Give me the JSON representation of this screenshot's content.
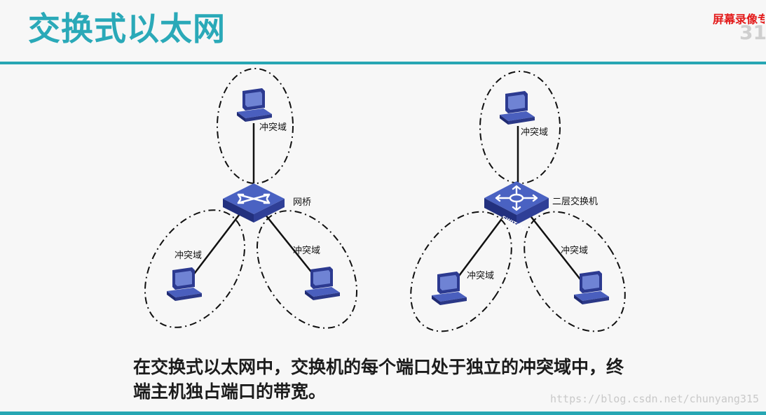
{
  "slide": {
    "title": "交换式以太网",
    "caption": "在交换式以太网中，交换机的每个端口处于独立的冲突域中，终端主机独占端口的带宽。"
  },
  "watermarks": {
    "recorder": "屏幕录像专",
    "ghost": "31",
    "blog_url": "https://blog.csdn.net/chunyang315"
  },
  "diagrams": {
    "bridge": {
      "device_label": "网桥",
      "domains": [
        {
          "label": "冲突域"
        },
        {
          "label": "冲突域"
        },
        {
          "label": "冲突域"
        }
      ]
    },
    "switch": {
      "device_label": "二层交换机",
      "device_badge": "SWITCH",
      "domains": [
        {
          "label": "冲突域"
        },
        {
          "label": "冲突域"
        },
        {
          "label": "冲突域"
        }
      ]
    }
  },
  "colors": {
    "title": "#2aa9b8",
    "rule": "#27a6b3",
    "device_top": "#3f56b0",
    "device_side": "#23307a",
    "watermark_red": "#e31b1b"
  },
  "icons": {
    "pc": "desktop-computer-icon",
    "bridge": "network-bridge-icon",
    "switch": "layer2-switch-icon"
  }
}
